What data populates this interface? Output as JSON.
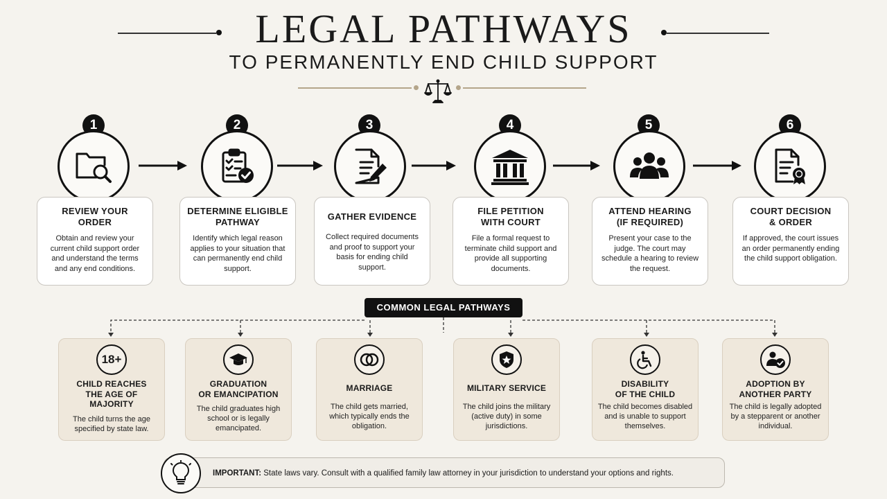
{
  "header": {
    "title": "LEGAL PATHWAYS",
    "subtitle": "TO PERMANENTLY END CHILD SUPPORT"
  },
  "steps": [
    {
      "num": "1",
      "icon": "folder-search-icon",
      "title_l1": "REVIEW YOUR",
      "title_l2": "ORDER",
      "desc": "Obtain and review your current child support order and understand the terms and any end conditions."
    },
    {
      "num": "2",
      "icon": "clipboard-check-icon",
      "title_l1": "DETERMINE ELIGIBLE",
      "title_l2": "PATHWAY",
      "desc": "Identify which legal reason applies to your situation that can permanently end child support."
    },
    {
      "num": "3",
      "icon": "document-pen-icon",
      "title_l1": "GATHER EVIDENCE",
      "title_l2": "",
      "desc": "Collect required documents and proof to support your basis for ending child support."
    },
    {
      "num": "4",
      "icon": "courthouse-icon",
      "title_l1": "FILE PETITION",
      "title_l2": "WITH COURT",
      "desc": "File a formal request to terminate child support and provide all supporting documents."
    },
    {
      "num": "5",
      "icon": "group-icon",
      "title_l1": "ATTEND HEARING",
      "title_l2": "(IF REQUIRED)",
      "desc": "Present your case to the judge. The court may schedule a hearing to review the request."
    },
    {
      "num": "6",
      "icon": "certificate-icon",
      "title_l1": "COURT DECISION",
      "title_l2": "& ORDER",
      "desc": "If approved, the court issues an order permanently ending the child support obligation."
    }
  ],
  "common": {
    "label": "COMMON LEGAL PATHWAYS",
    "items": [
      {
        "icon_text": "18+",
        "icon": "age-18-icon",
        "title_l1": "CHILD REACHES",
        "title_l2": "THE AGE OF MAJORITY",
        "desc": "The child turns the age specified by state law."
      },
      {
        "icon_text": "",
        "icon": "graduation-cap-icon",
        "title_l1": "GRADUATION",
        "title_l2": "OR EMANCIPATION",
        "desc": "The child graduates high school or is legally emancipated."
      },
      {
        "icon_text": "",
        "icon": "rings-icon",
        "title_l1": "MARRIAGE",
        "title_l2": "",
        "desc": "The child gets married, which typically ends the obligation."
      },
      {
        "icon_text": "",
        "icon": "military-shield-icon",
        "title_l1": "MILITARY SERVICE",
        "title_l2": "",
        "desc": "The child joins the military (active duty) in some jurisdictions."
      },
      {
        "icon_text": "",
        "icon": "wheelchair-icon",
        "title_l1": "DISABILITY",
        "title_l2": "OF THE CHILD",
        "desc": "The child becomes disabled and is unable to support themselves."
      },
      {
        "icon_text": "",
        "icon": "adoption-icon",
        "title_l1": "ADOPTION BY",
        "title_l2": "ANOTHER PARTY",
        "desc": "The child is legally adopted by a stepparent or another individual."
      }
    ]
  },
  "important": {
    "label": "IMPORTANT:",
    "text": "State laws vary. Consult with a qualified family law attorney in your jurisdiction to understand your options and rights."
  }
}
